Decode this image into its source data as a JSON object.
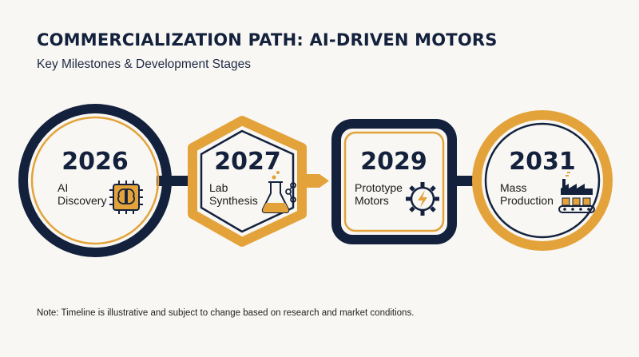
{
  "title": "COMMERCIALIZATION PATH: AI-DRIVEN MOTORS",
  "subtitle": "Key Milestones & Development Stages",
  "note": "Note: Timeline is illustrative and subject to change based on research and market conditions.",
  "colors": {
    "navy": "#14213d",
    "gold": "#e3a33a",
    "background": "#f8f7f3"
  },
  "milestones": [
    {
      "year": "2026",
      "line1": "AI",
      "line2": "Discovery",
      "icon": "ai-chip-icon"
    },
    {
      "year": "2027",
      "line1": "Lab",
      "line2": "Synthesis",
      "icon": "flask-icon"
    },
    {
      "year": "2029",
      "line1": "Prototype",
      "line2": "Motors",
      "icon": "gear-lightning-icon"
    },
    {
      "year": "2031",
      "line1": "Mass",
      "line2": "Production",
      "icon": "factory-conveyor-icon"
    }
  ]
}
